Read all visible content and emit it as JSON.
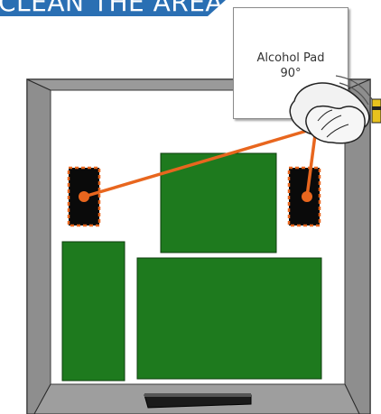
{
  "banner": {
    "text": "CLEAN THE AREA",
    "color": "#2a6fb3"
  },
  "pad": {
    "line1": "Alcohol Pad",
    "line2": "90°"
  },
  "colors": {
    "board": "#1e7a1e",
    "enclosure": "#8a8a8a",
    "target_fill": "#0a0a0a",
    "target_outline": "#e8661e",
    "connector_line": "#e8661e",
    "hand_fill": "#f2f2f2"
  },
  "icons": {
    "hand": "hand-with-wipe-icon",
    "pad": "alcohol-pad-icon"
  }
}
